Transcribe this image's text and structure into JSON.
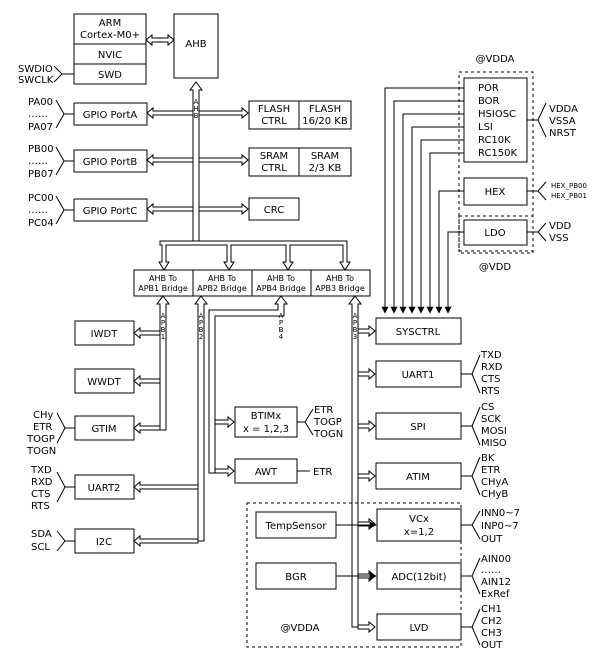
{
  "core": {
    "arm_line1": "ARM",
    "arm_line2": "Cortex-M0+",
    "nvic": "NVIC",
    "swd": "SWD",
    "ahb": "AHB"
  },
  "swd_pins": [
    "SWDIO",
    "SWCLK"
  ],
  "ahb_bus_letters": [
    "A",
    "H",
    "B"
  ],
  "gpio": [
    {
      "label": "GPIO PortA",
      "pin_first": "PA00",
      "dots": "……",
      "pin_last": "PA07"
    },
    {
      "label": "GPIO PortB",
      "pin_first": "PB00",
      "dots": "……",
      "pin_last": "PB07"
    },
    {
      "label": "GPIO PortC",
      "pin_first": "PC00",
      "dots": "……",
      "pin_last": "PC04"
    }
  ],
  "flash": {
    "ctrl1": "FLASH",
    "ctrl2": "CTRL",
    "mem1": "FLASH",
    "mem2": "16/20 KB"
  },
  "sram": {
    "ctrl1": "SRAM",
    "ctrl2": "CTRL",
    "mem1": "SRAM",
    "mem2": "2/3 KB"
  },
  "crc": "CRC",
  "bridges": [
    {
      "line1": "AHB To",
      "line2": "APB1 Bridge",
      "bus": [
        "A",
        "P",
        "B",
        "1"
      ]
    },
    {
      "line1": "AHB To",
      "line2": "APB2 Bridge",
      "bus": [
        "A",
        "P",
        "B",
        "2"
      ]
    },
    {
      "line1": "AHB To",
      "line2": "APB4 Bridge",
      "bus": [
        "A",
        "P",
        "B",
        "4"
      ]
    },
    {
      "line1": "AHB To",
      "line2": "APB3 Bridge",
      "bus": [
        "A",
        "P",
        "B",
        "3"
      ]
    }
  ],
  "vdda_top": "@VDDA",
  "osc": [
    "POR",
    "BOR",
    "HSIOSC",
    "LSI",
    "RC10K",
    "RC150K"
  ],
  "osc_pins": [
    "VDDA",
    "VSSA",
    "NRST"
  ],
  "hex": "HEX",
  "hex_pins": [
    "HEX_PB00",
    "HEX_PB01"
  ],
  "ldo": "LDO",
  "ldo_pins": [
    "VDD",
    "VSS"
  ],
  "vdd_label": "@VDD",
  "left_periph": {
    "iwdt": "IWDT",
    "wwdt": "WWDT",
    "gtim": "GTIM",
    "gtim_pins": [
      "CHy",
      "ETR",
      "TOGP",
      "TOGN"
    ],
    "uart2": "UART2",
    "uart2_pins": [
      "TXD",
      "RXD",
      "CTS",
      "RTS"
    ],
    "i2c": "I2C",
    "i2c_pins": [
      "SDA",
      "SCL"
    ]
  },
  "btim": {
    "line1": "BTIMx",
    "line2": "x = 1,2,3",
    "pins": [
      "ETR",
      "TOGP",
      "TOGN"
    ]
  },
  "awt": {
    "label": "AWT",
    "pin": "ETR"
  },
  "syscTRL": "SYSCTRL",
  "right_periph": {
    "uart1": "UART1",
    "uart1_pins": [
      "TXD",
      "RXD",
      "CTS",
      "RTS"
    ],
    "spi": "SPI",
    "spi_pins": [
      "CS",
      "SCK",
      "MOSI",
      "MISO"
    ],
    "atim": "ATIM",
    "atim_pins": [
      "BK",
      "ETR",
      "CHyA",
      "CHyB"
    ]
  },
  "analog": {
    "tempsensor": "TempSensor",
    "bgr": "BGR",
    "vc1": "VCx",
    "vc2": "x=1,2",
    "vc_pins": [
      "INN0~7",
      "INP0~7",
      "OUT"
    ],
    "adc": "ADC(12bit)",
    "adc_pins": [
      "AIN00",
      "……",
      "AIN12",
      "ExRef"
    ],
    "lvd": "LVD",
    "lvd_pins": [
      "CH1",
      "CH2",
      "CH3",
      "OUT"
    ],
    "vdda_label": "@VDDA"
  }
}
